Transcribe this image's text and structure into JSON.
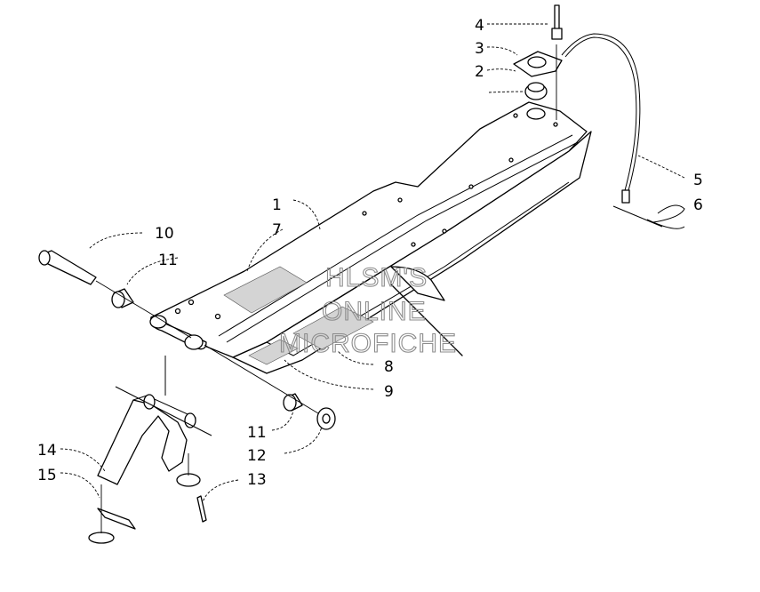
{
  "callouts": [
    {
      "id": "c1",
      "label": "1"
    },
    {
      "id": "c2",
      "label": "2"
    },
    {
      "id": "c3",
      "label": "3"
    },
    {
      "id": "c4",
      "label": "4"
    },
    {
      "id": "c5",
      "label": "5"
    },
    {
      "id": "c6",
      "label": "6"
    },
    {
      "id": "c7",
      "label": "7"
    },
    {
      "id": "c8",
      "label": "8"
    },
    {
      "id": "c9",
      "label": "9"
    },
    {
      "id": "c10",
      "label": "10"
    },
    {
      "id": "c11a",
      "label": "11"
    },
    {
      "id": "c11b",
      "label": "11"
    },
    {
      "id": "c12",
      "label": "12"
    },
    {
      "id": "c13",
      "label": "13"
    },
    {
      "id": "c14",
      "label": "14"
    },
    {
      "id": "c15",
      "label": "15"
    }
  ],
  "watermark": {
    "line1": "HLSM'S",
    "line2": "ONLINE",
    "line3": "MICROFICHE"
  }
}
